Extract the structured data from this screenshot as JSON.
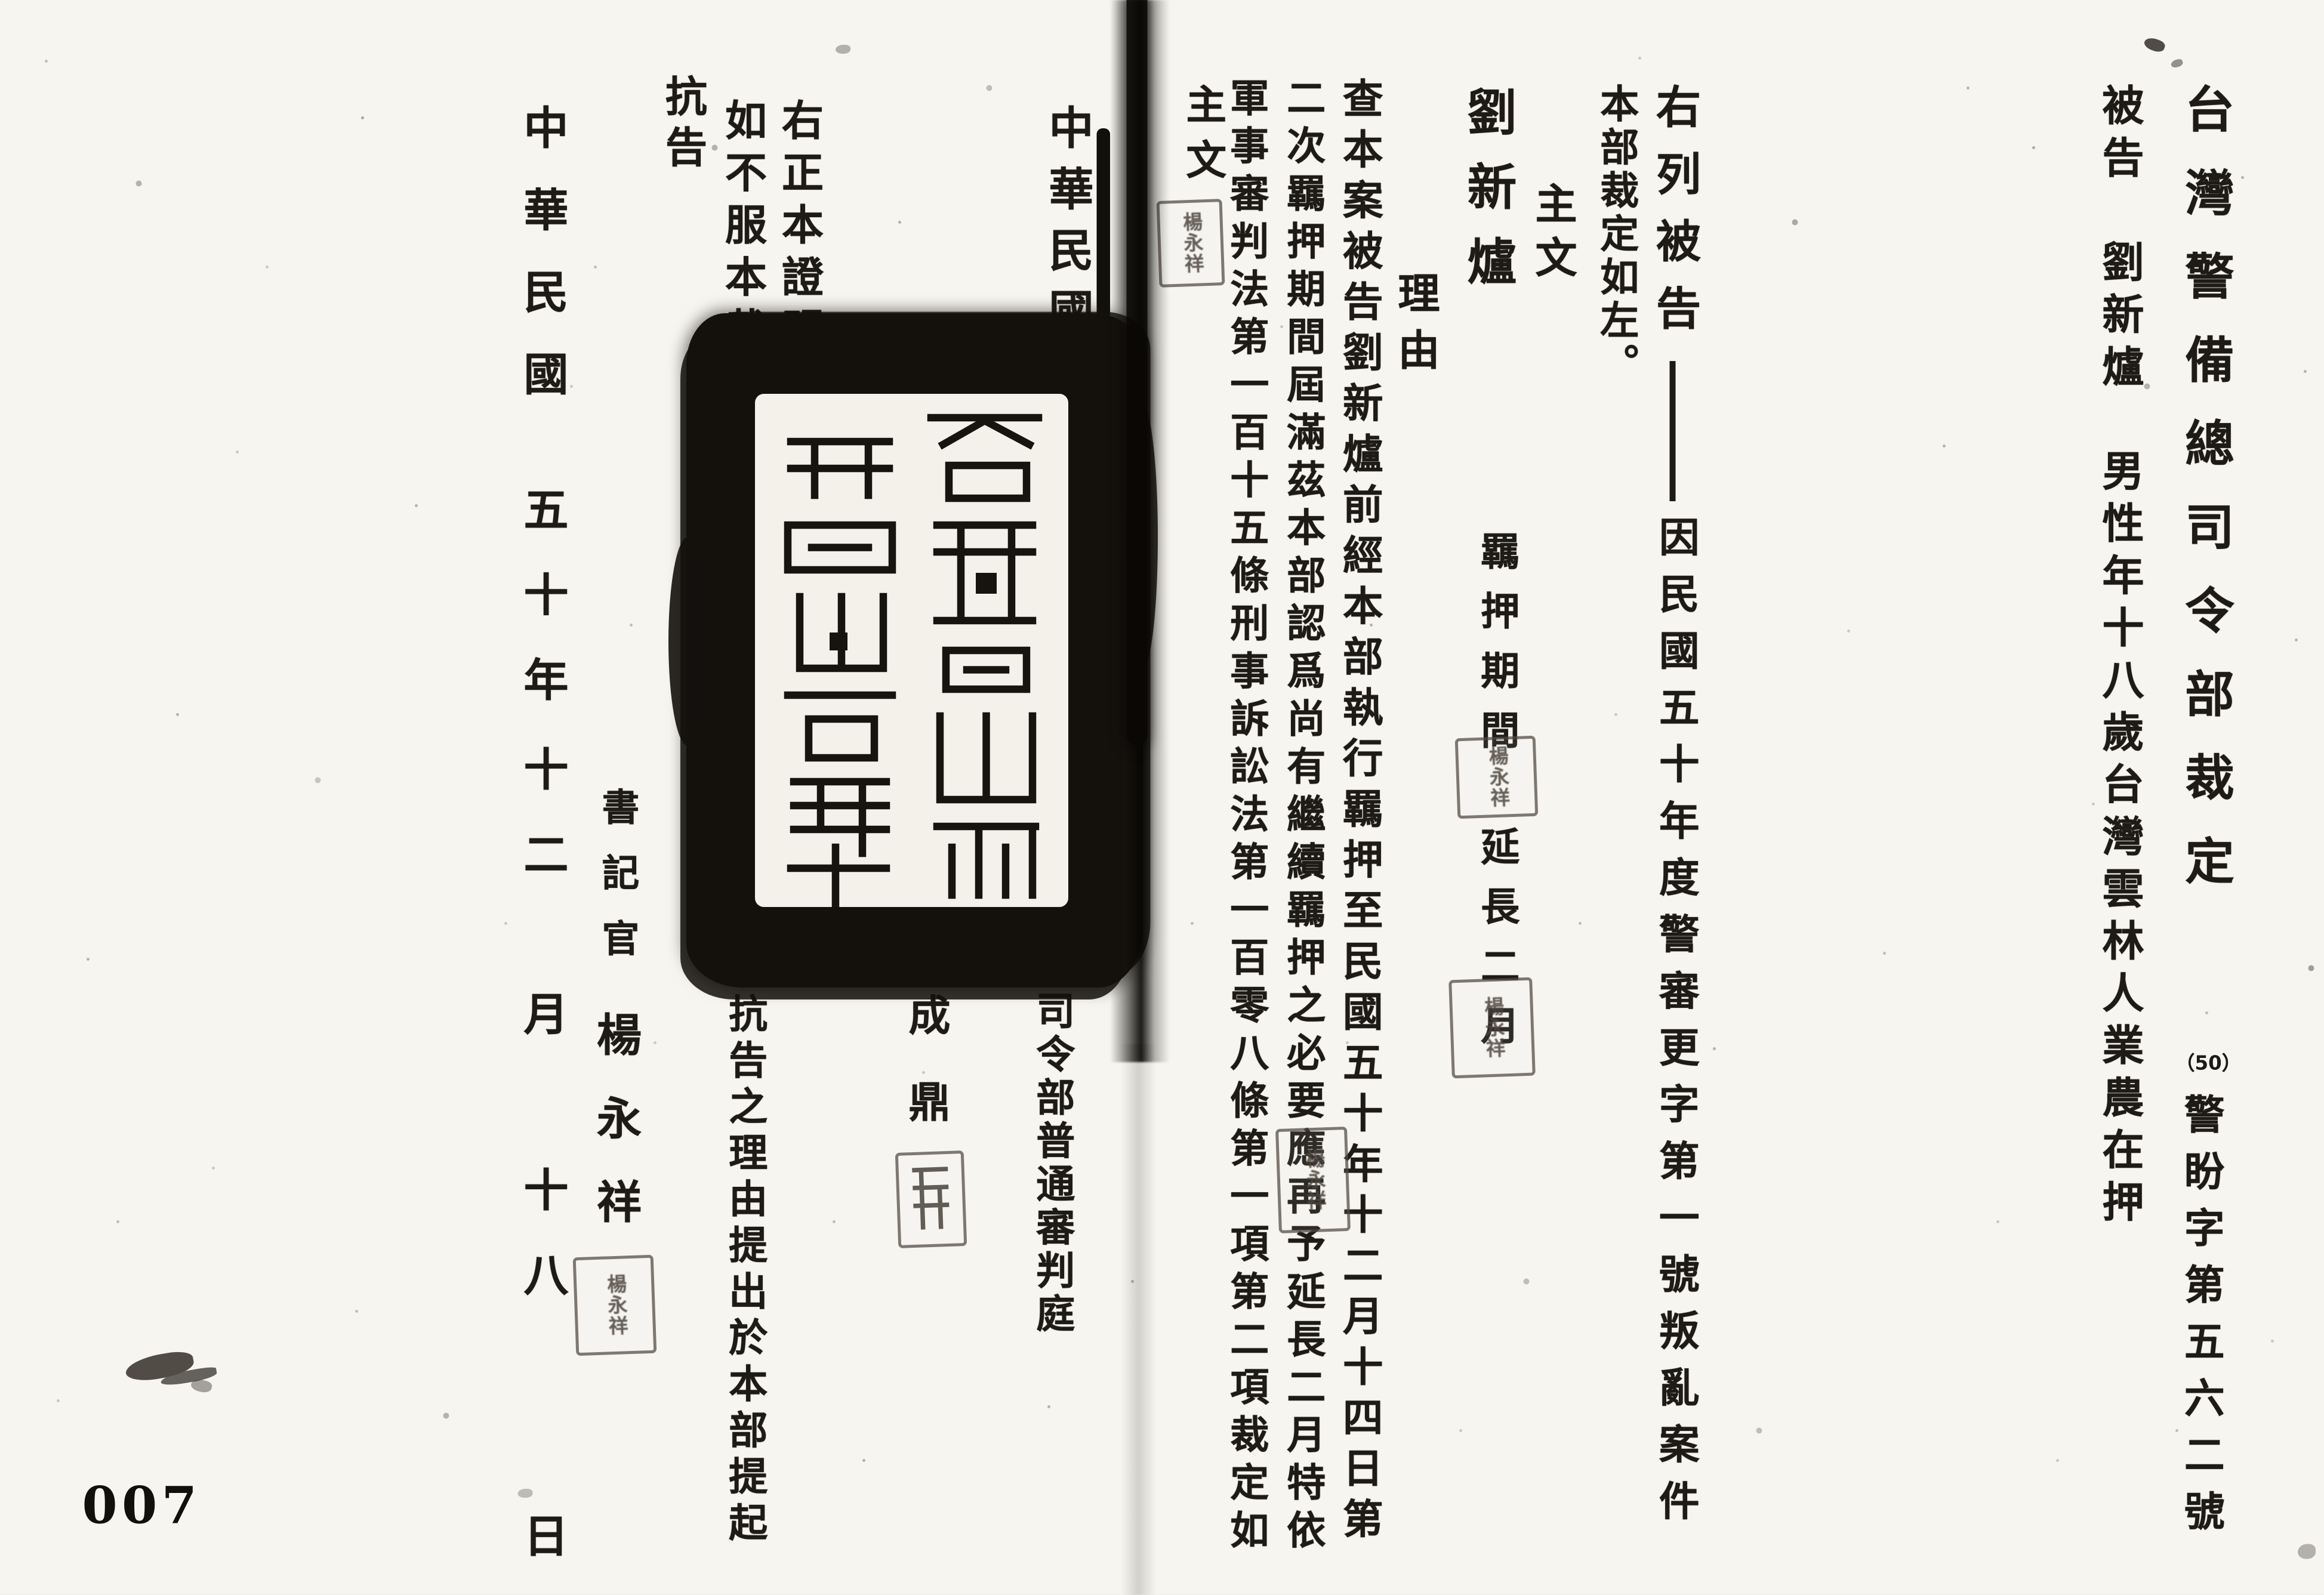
{
  "page_number": "007",
  "right_page": {
    "title": "台灣警備總司令部裁定",
    "case_no_prefix": "（50）",
    "case_no": "警盼字第五六二號",
    "defendant_line": "被告　劉新爐　男性年十八歲台灣雲林人業農在押",
    "listed_intro": "右列被告",
    "listed_dash": "──",
    "listed_body": "因民國五十年度警審更字第一號叛亂案件",
    "ruling_intro": "本部裁定如左。",
    "main_heading": "主文",
    "main_name": "劉新爐",
    "main_clause_detention": "羈押期間",
    "main_clause_extension": "延長二月",
    "reason_heading": "理由",
    "reason_line_1": "查本案被告劉新爐前經本部執行羈押至民國五十年十二月十四日第",
    "reason_line_2": "二次羈押期間屆滿茲本部認爲尚有繼續羈押之必要應再予延長二月特依",
    "reason_line_3": "軍事審判法第一百十五條刑事訴訟法第一百零八條第一項第二項裁定如",
    "main_reference": "主文"
  },
  "left_page": {
    "date_header": "中華民國",
    "court_line": "司令部普通審判庭",
    "judge_name": "成鼎",
    "certify_line_1": "右正本證明",
    "certify_line_2": "如不服本裁",
    "appeal_heading": "抗告",
    "appeal_body": "抗告之理由提出於本部提起",
    "date_parts": [
      "中華民國",
      "五十年",
      "十二",
      "月",
      "十八",
      "日"
    ],
    "clerk_title": "書記官",
    "clerk_name": "楊永祥"
  },
  "stamps": {
    "name_stamp": "楊永祥"
  },
  "colors": {
    "paper": "#f6f5f0",
    "ink": "#1e1b16",
    "stamp": "#4b443c"
  }
}
